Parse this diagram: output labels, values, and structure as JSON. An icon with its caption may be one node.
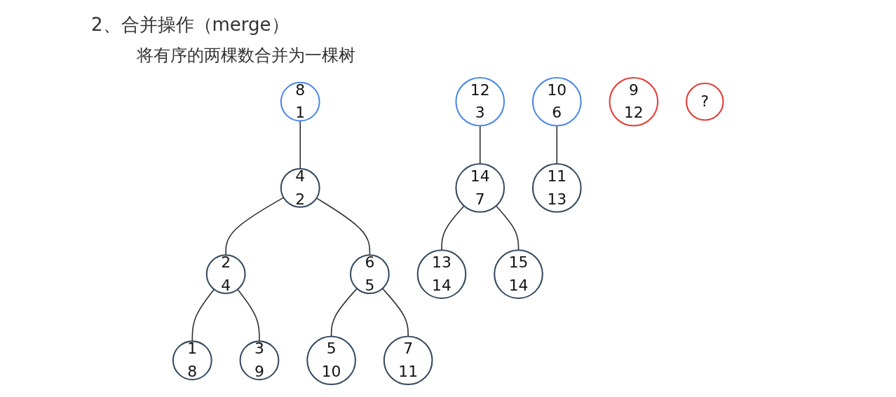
{
  "diagram": {
    "title": "2、合并操作（merge）",
    "nodes": [
      {
        "text": [
          "8",
          "1"
        ]
      },
      {
        "text": [
          "4",
          "2"
        ]
      },
      {
        "text": [
          "12",
          "3"
        ]
      },
      {
        "text": [
          "2",
          "4"
        ]
      },
      {
        "text": [
          "6",
          "5"
        ]
      },
      {
        "text": [
          "10",
          "6"
        ]
      },
      {
        "text": [
          "14",
          "7"
        ]
      },
      {
        "text": [
          "1",
          "8"
        ]
      },
      {
        "text": [
          "3",
          "9"
        ]
      },
      {
        "text": [
          "5",
          "10"
        ]
      },
      {
        "text": [
          "7",
          "11"
        ]
      },
      {
        "text": [
          "9",
          "12"
        ]
      },
      {
        "text": [
          "?"
        ]
      },
      {
        "text": [
          "11",
          "13"
        ]
      },
      {
        "text": [
          "13",
          "14"
        ]
      },
      {
        "text": [
          "15",
          "14"
        ]
      }
    ],
    "edges": [
      {
        "from": 0,
        "to": 1,
        "arrow": "none"
      },
      {
        "from": 1,
        "to": 3,
        "arrow": "none"
      },
      {
        "from": 1,
        "to": 4,
        "arrow": "none"
      },
      {
        "from": 3,
        "to": 7,
        "arrow": "none"
      },
      {
        "from": 3,
        "to": 8,
        "arrow": "none"
      },
      {
        "from": 4,
        "to": 9,
        "arrow": "none"
      },
      {
        "from": 4,
        "to": 10,
        "arrow": "none"
      },
      {
        "from": 2,
        "to": 6,
        "arrow": "none"
      },
      {
        "from": 5,
        "to": 13,
        "arrow": "none"
      },
      {
        "from": 6,
        "to": 14,
        "arrow": "none"
      },
      {
        "from": 6,
        "to": 15,
        "arrow": "none"
      }
    ],
    "labels": [
      "将有序的两棵数合并为一棵树"
    ]
  }
}
